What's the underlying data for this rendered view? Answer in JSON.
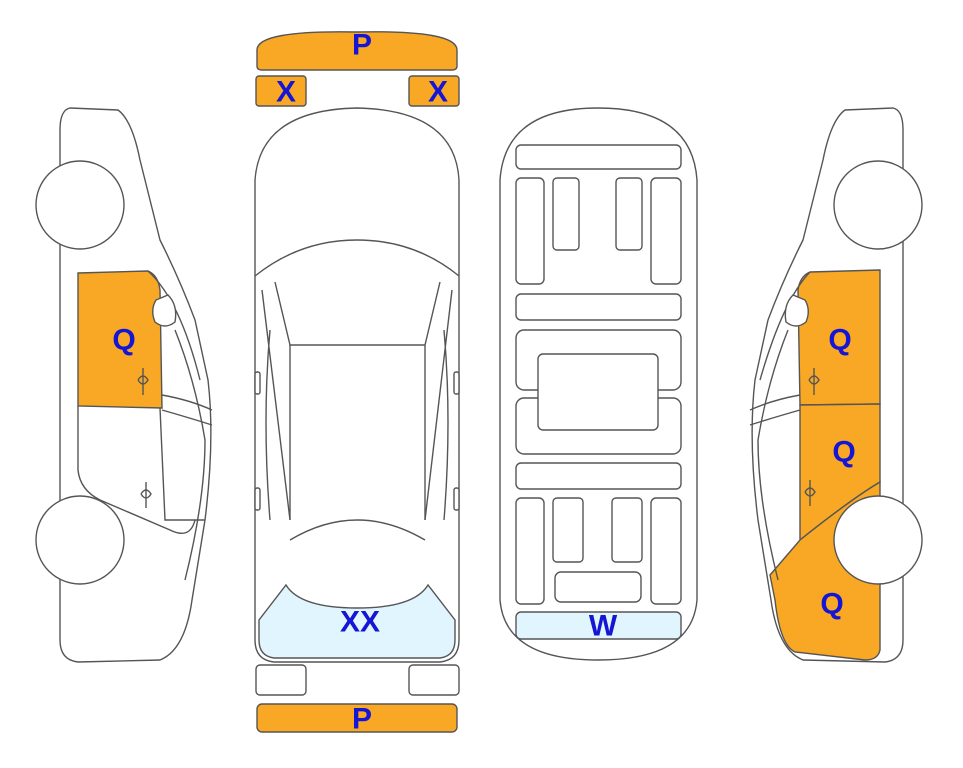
{
  "colors": {
    "damage_fill": "#F9A825",
    "glass_fill": "#E1F5FE",
    "label_color": "#1515D4",
    "outline": "#555555"
  },
  "labels": {
    "front_bumper": "P",
    "rear_bumper": "P",
    "left_headlight": "X",
    "right_headlight": "X",
    "windshield": "XX",
    "floor_rear_panel": "W",
    "left_front_door": "Q",
    "right_front_door": "Q",
    "right_rear_door": "Q",
    "right_rear_quarter": "Q"
  }
}
